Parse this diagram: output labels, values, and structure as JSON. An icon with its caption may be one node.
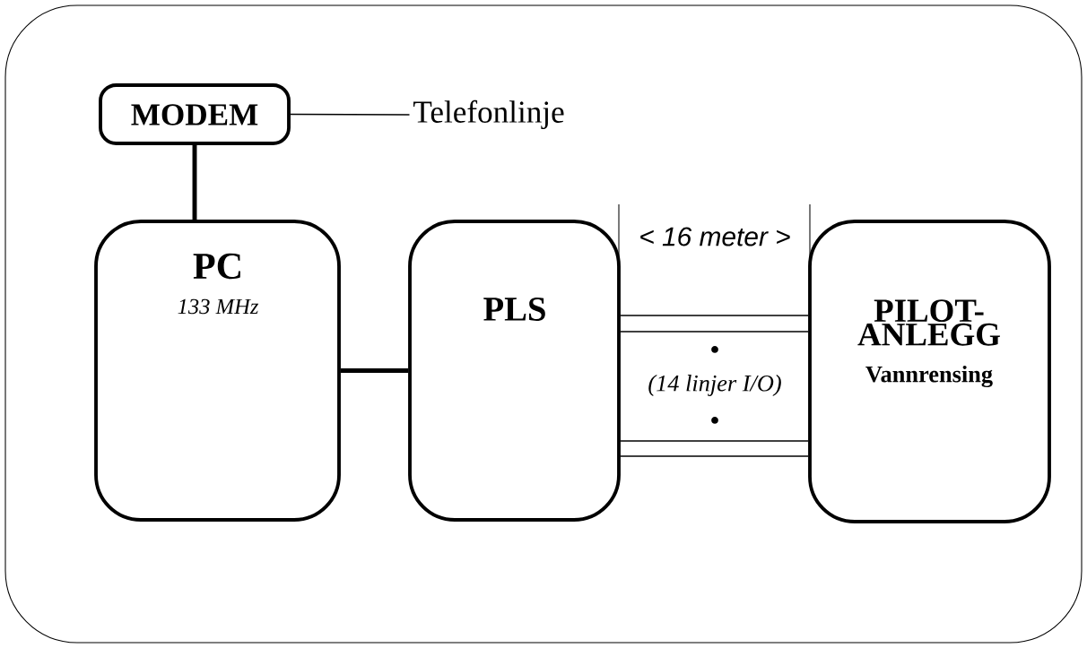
{
  "diagram": {
    "nodes": [
      {
        "text": [
          "MODEM"
        ]
      },
      {
        "text": [
          "Telefonlinje"
        ]
      },
      {
        "text": [
          "PC",
          "133 MHz"
        ]
      },
      {
        "text": [
          "PLS"
        ]
      },
      {
        "text": [
          "PILOT- ANLEGG",
          "Vannrensing"
        ]
      }
    ],
    "edges": [
      {
        "from": 0,
        "to": 1,
        "arrow": "none"
      },
      {
        "from": 0,
        "to": 2,
        "arrow": "none",
        "style": "thick"
      },
      {
        "from": 2,
        "to": 3,
        "arrow": "none",
        "style": "thick"
      },
      {
        "from": 3,
        "to": 4,
        "arrow": "none"
      },
      {
        "from": 3,
        "to": 4,
        "arrow": "none"
      },
      {
        "from": 3,
        "to": 4,
        "arrow": "none"
      },
      {
        "from": 3,
        "to": 4,
        "arrow": "none"
      }
    ],
    "labels": [
      "< 16 meter >",
      "(14 linjer I/O)"
    ]
  }
}
